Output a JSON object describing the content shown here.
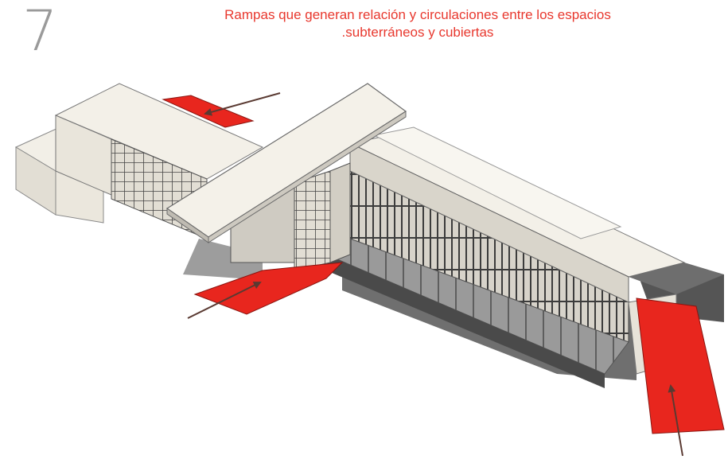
{
  "slide": {
    "number": "7"
  },
  "caption": {
    "line1": "Rampas que generan relación y circulaciones entre los espacios",
    "line2": ".subterráneos y cubiertas"
  },
  "colors": {
    "ramp": "#e8261e",
    "arrow": "#5a3a32",
    "caption": "#e8382e",
    "roof": "#f3f0e8",
    "wall": "#e9e5db",
    "shadow": "#9d9d9d",
    "deck": "#8e8e8e",
    "glass": "#3a3a3a"
  }
}
